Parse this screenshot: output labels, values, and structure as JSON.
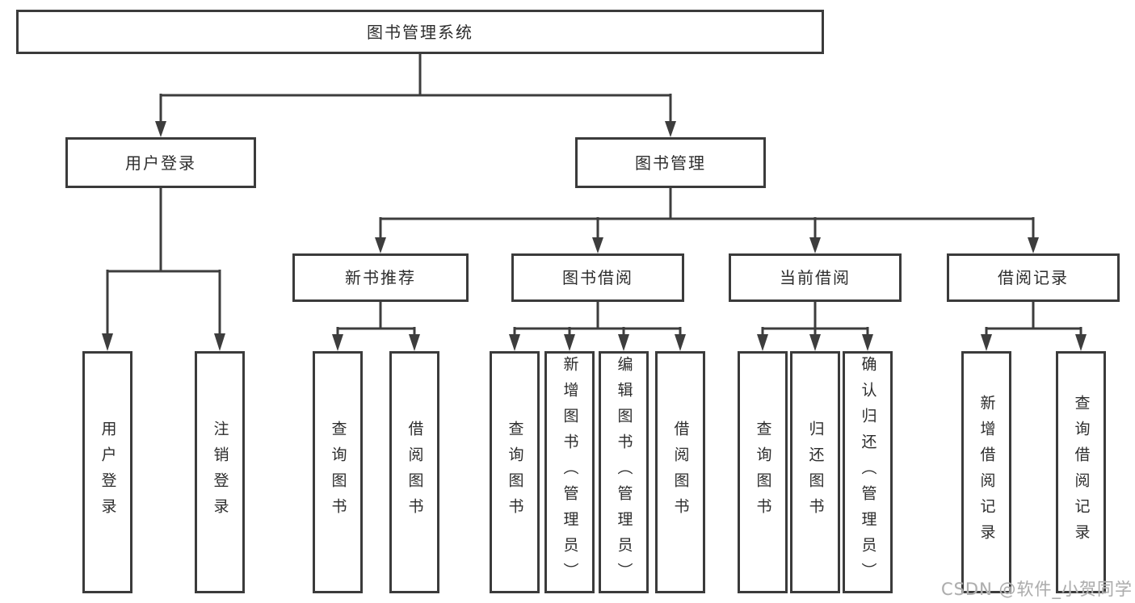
{
  "diagram": {
    "root": {
      "label": "图书管理系统"
    },
    "children": [
      {
        "label": "用户登录",
        "children": [
          {
            "label": "用户登录"
          },
          {
            "label": "注销登录"
          }
        ]
      },
      {
        "label": "图书管理",
        "children": [
          {
            "label": "新书推荐",
            "children": [
              {
                "label": "查询图书"
              },
              {
                "label": "借阅图书"
              }
            ]
          },
          {
            "label": "图书借阅",
            "children": [
              {
                "label": "查询图书"
              },
              {
                "label": "新增图书（管理员）"
              },
              {
                "label": "编辑图书（管理员）"
              },
              {
                "label": "借阅图书"
              }
            ]
          },
          {
            "label": "当前借阅",
            "children": [
              {
                "label": "查询图书"
              },
              {
                "label": "归还图书"
              },
              {
                "label": "确认归还（管理员）"
              }
            ]
          },
          {
            "label": "借阅记录",
            "children": [
              {
                "label": "新增借阅记录"
              },
              {
                "label": "查询借阅记录"
              }
            ]
          }
        ]
      }
    ]
  },
  "watermark": {
    "text": "CSDN @软件_小贺同学"
  },
  "colors": {
    "line": "#3d3d3d",
    "box_border": "#3b3b3b",
    "box_fill": "#ffffff",
    "text": "#2d2d2d",
    "watermark": "#adadad"
  }
}
